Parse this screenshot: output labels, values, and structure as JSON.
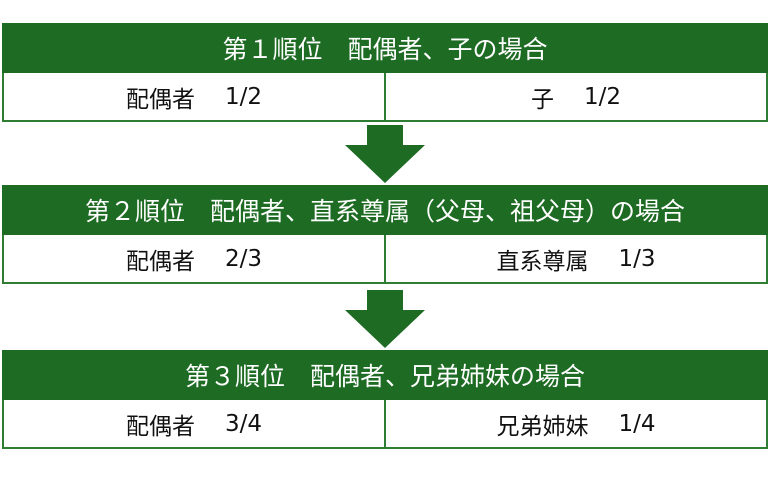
{
  "ranks": [
    {
      "title": "第１順位　配偶者、子の場合",
      "left": {
        "heir": "配偶者",
        "share": "1/2"
      },
      "right": {
        "heir": "子",
        "share": "1/2"
      }
    },
    {
      "title": "第２順位　配偶者、直系尊属（父母、祖父母）の場合",
      "left": {
        "heir": "配偶者",
        "share": "2/3"
      },
      "right": {
        "heir": "直系尊属",
        "share": "1/3"
      }
    },
    {
      "title": "第３順位　配偶者、兄弟姉妹の場合",
      "left": {
        "heir": "配偶者",
        "share": "3/4"
      },
      "right": {
        "heir": "兄弟姉妹",
        "share": "1/4"
      }
    }
  ],
  "colors": {
    "header_bg": "#1e6b23",
    "border": "#2e7d32",
    "arrow": "#1e6b23"
  }
}
